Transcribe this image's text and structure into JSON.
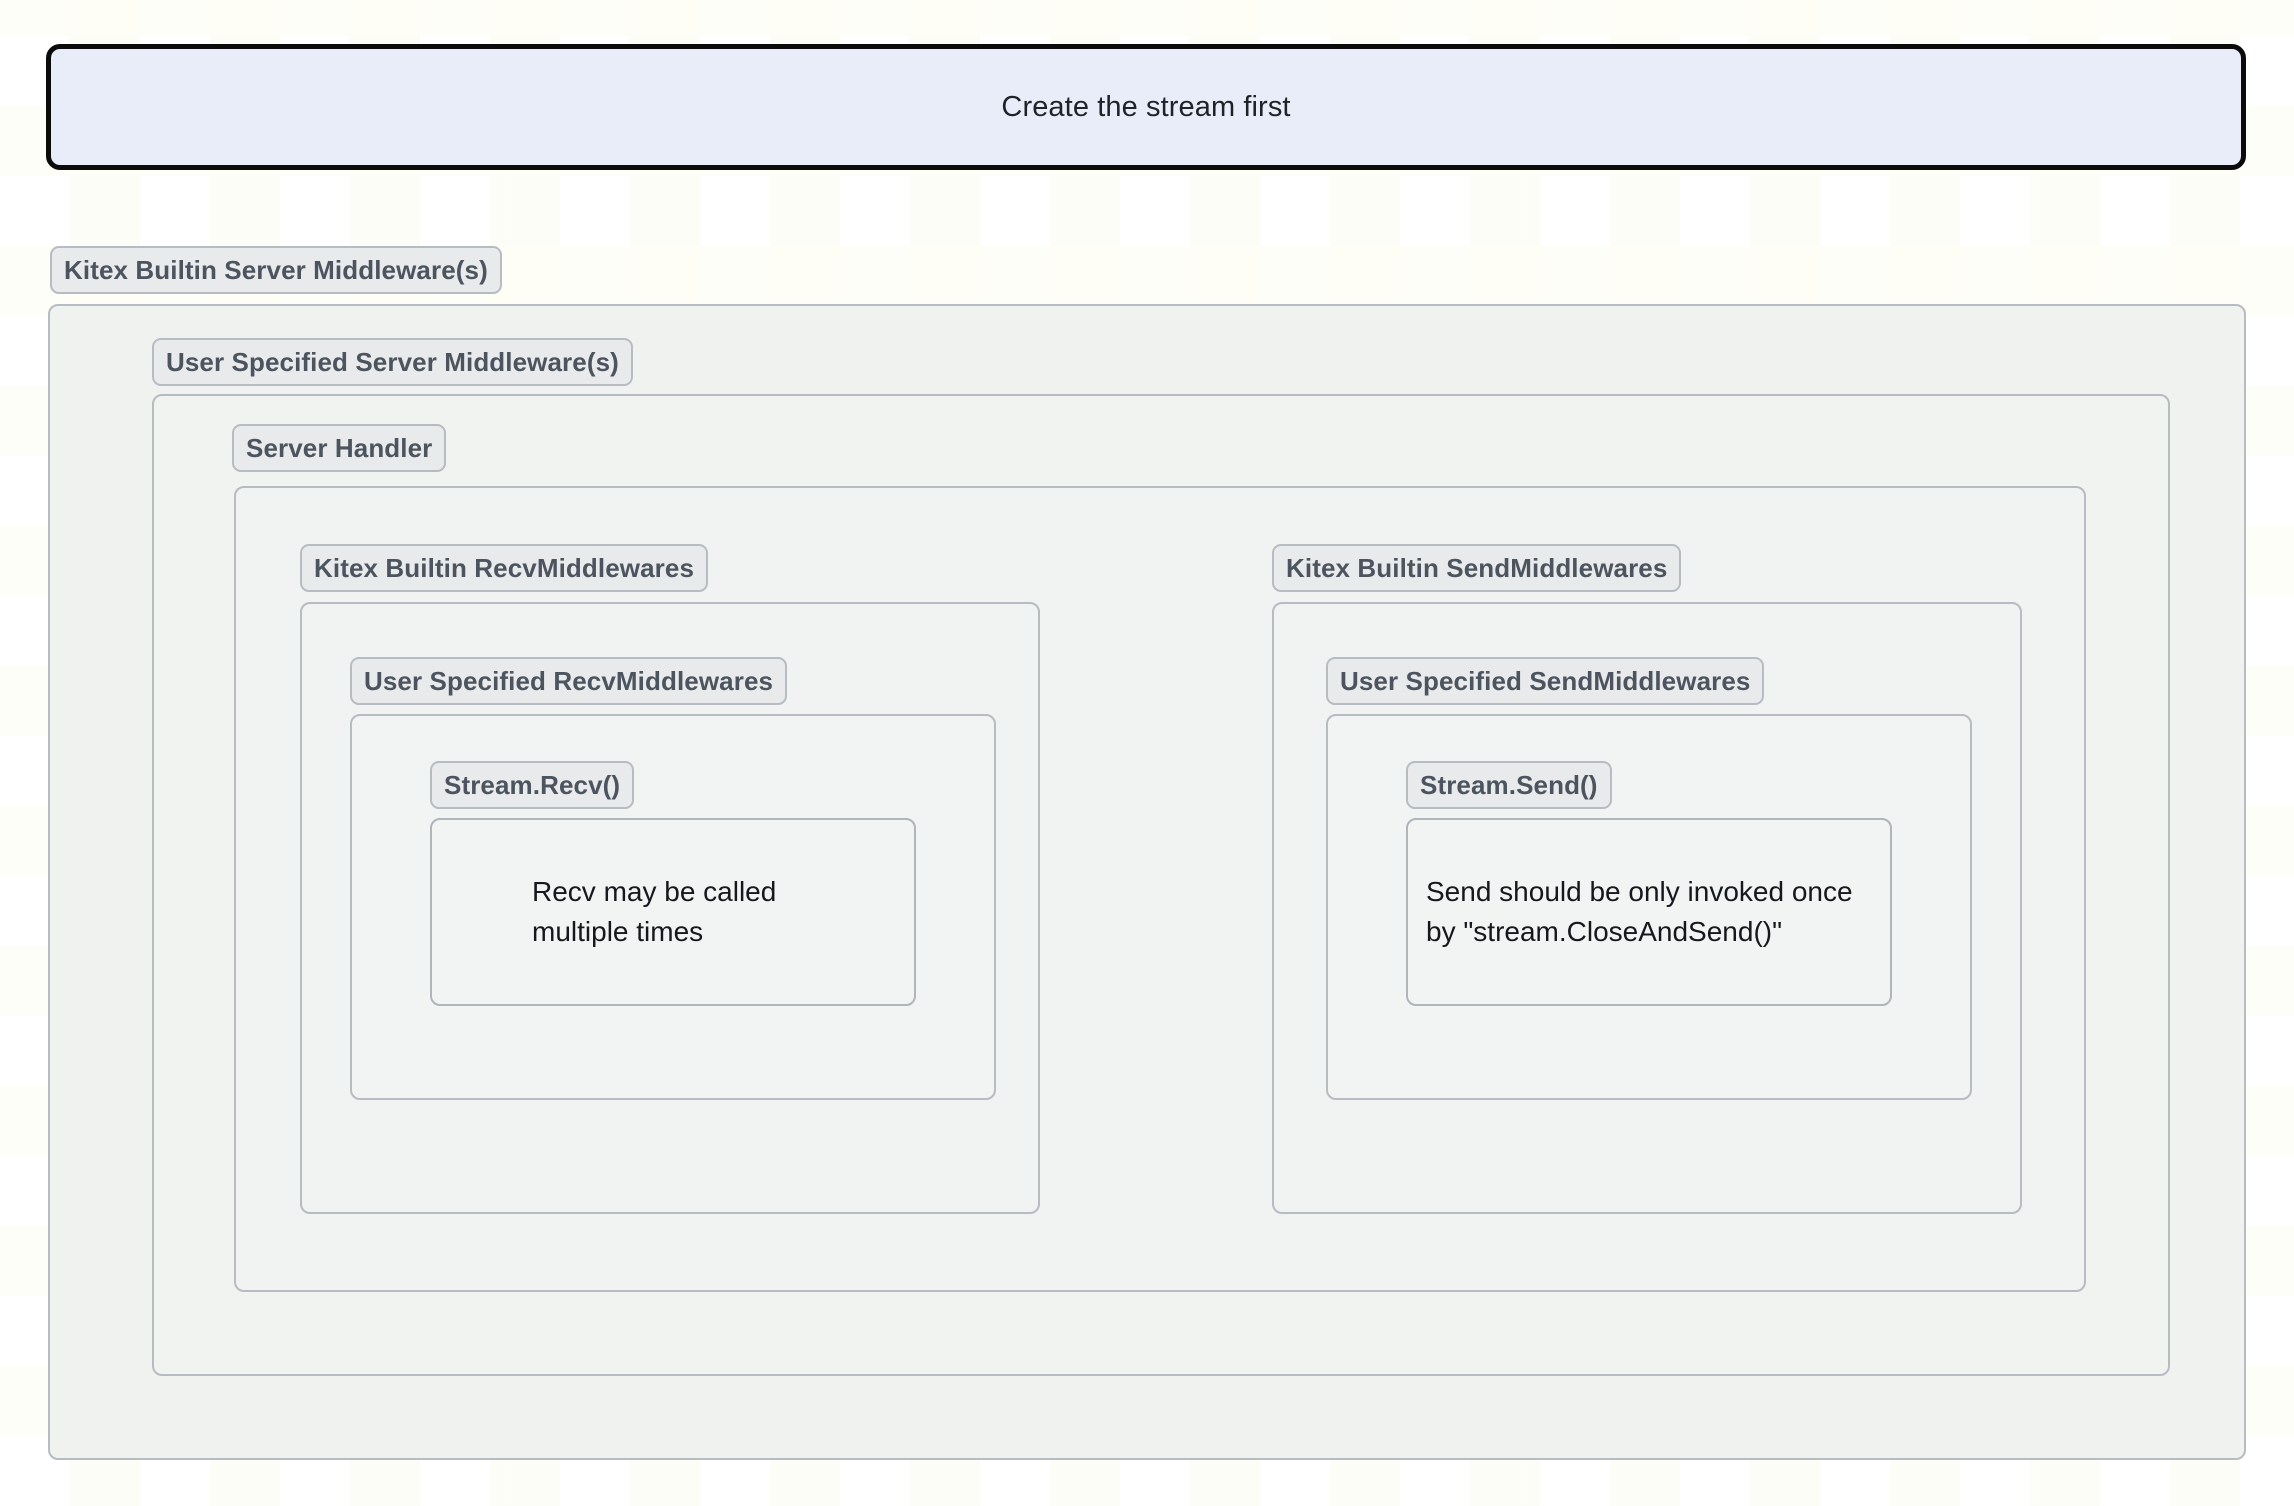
{
  "diagram": {
    "title_note": "Create the stream first",
    "groups": {
      "kitex_builtin_server_mw": "Kitex Builtin Server Middleware(s)",
      "user_specified_server_mw": "User Specified Server Middleware(s)",
      "server_handler": "Server Handler",
      "kitex_builtin_recv_mw": "Kitex Builtin RecvMiddlewares",
      "user_specified_recv_mw": "User Specified RecvMiddlewares",
      "stream_recv": "Stream.Recv()",
      "kitex_builtin_send_mw": "Kitex Builtin SendMiddlewares",
      "user_specified_send_mw": "User Specified SendMiddlewares",
      "stream_send": "Stream.Send()"
    },
    "notes": {
      "recv_note": "Recv may be called\nmultiple times",
      "send_note": "Send should be only invoked once\nby \"stream.CloseAndSend()\""
    },
    "colors": {
      "note_fill": "#e8edf9",
      "note_border": "#0b0b0b",
      "group_border": "#b7bcc2",
      "group_fill": "#f1f3f2",
      "pill_fill": "#e9eaec",
      "pill_text": "#4c555f",
      "body_text": "#15181c",
      "page_background": "#ffffff"
    }
  }
}
